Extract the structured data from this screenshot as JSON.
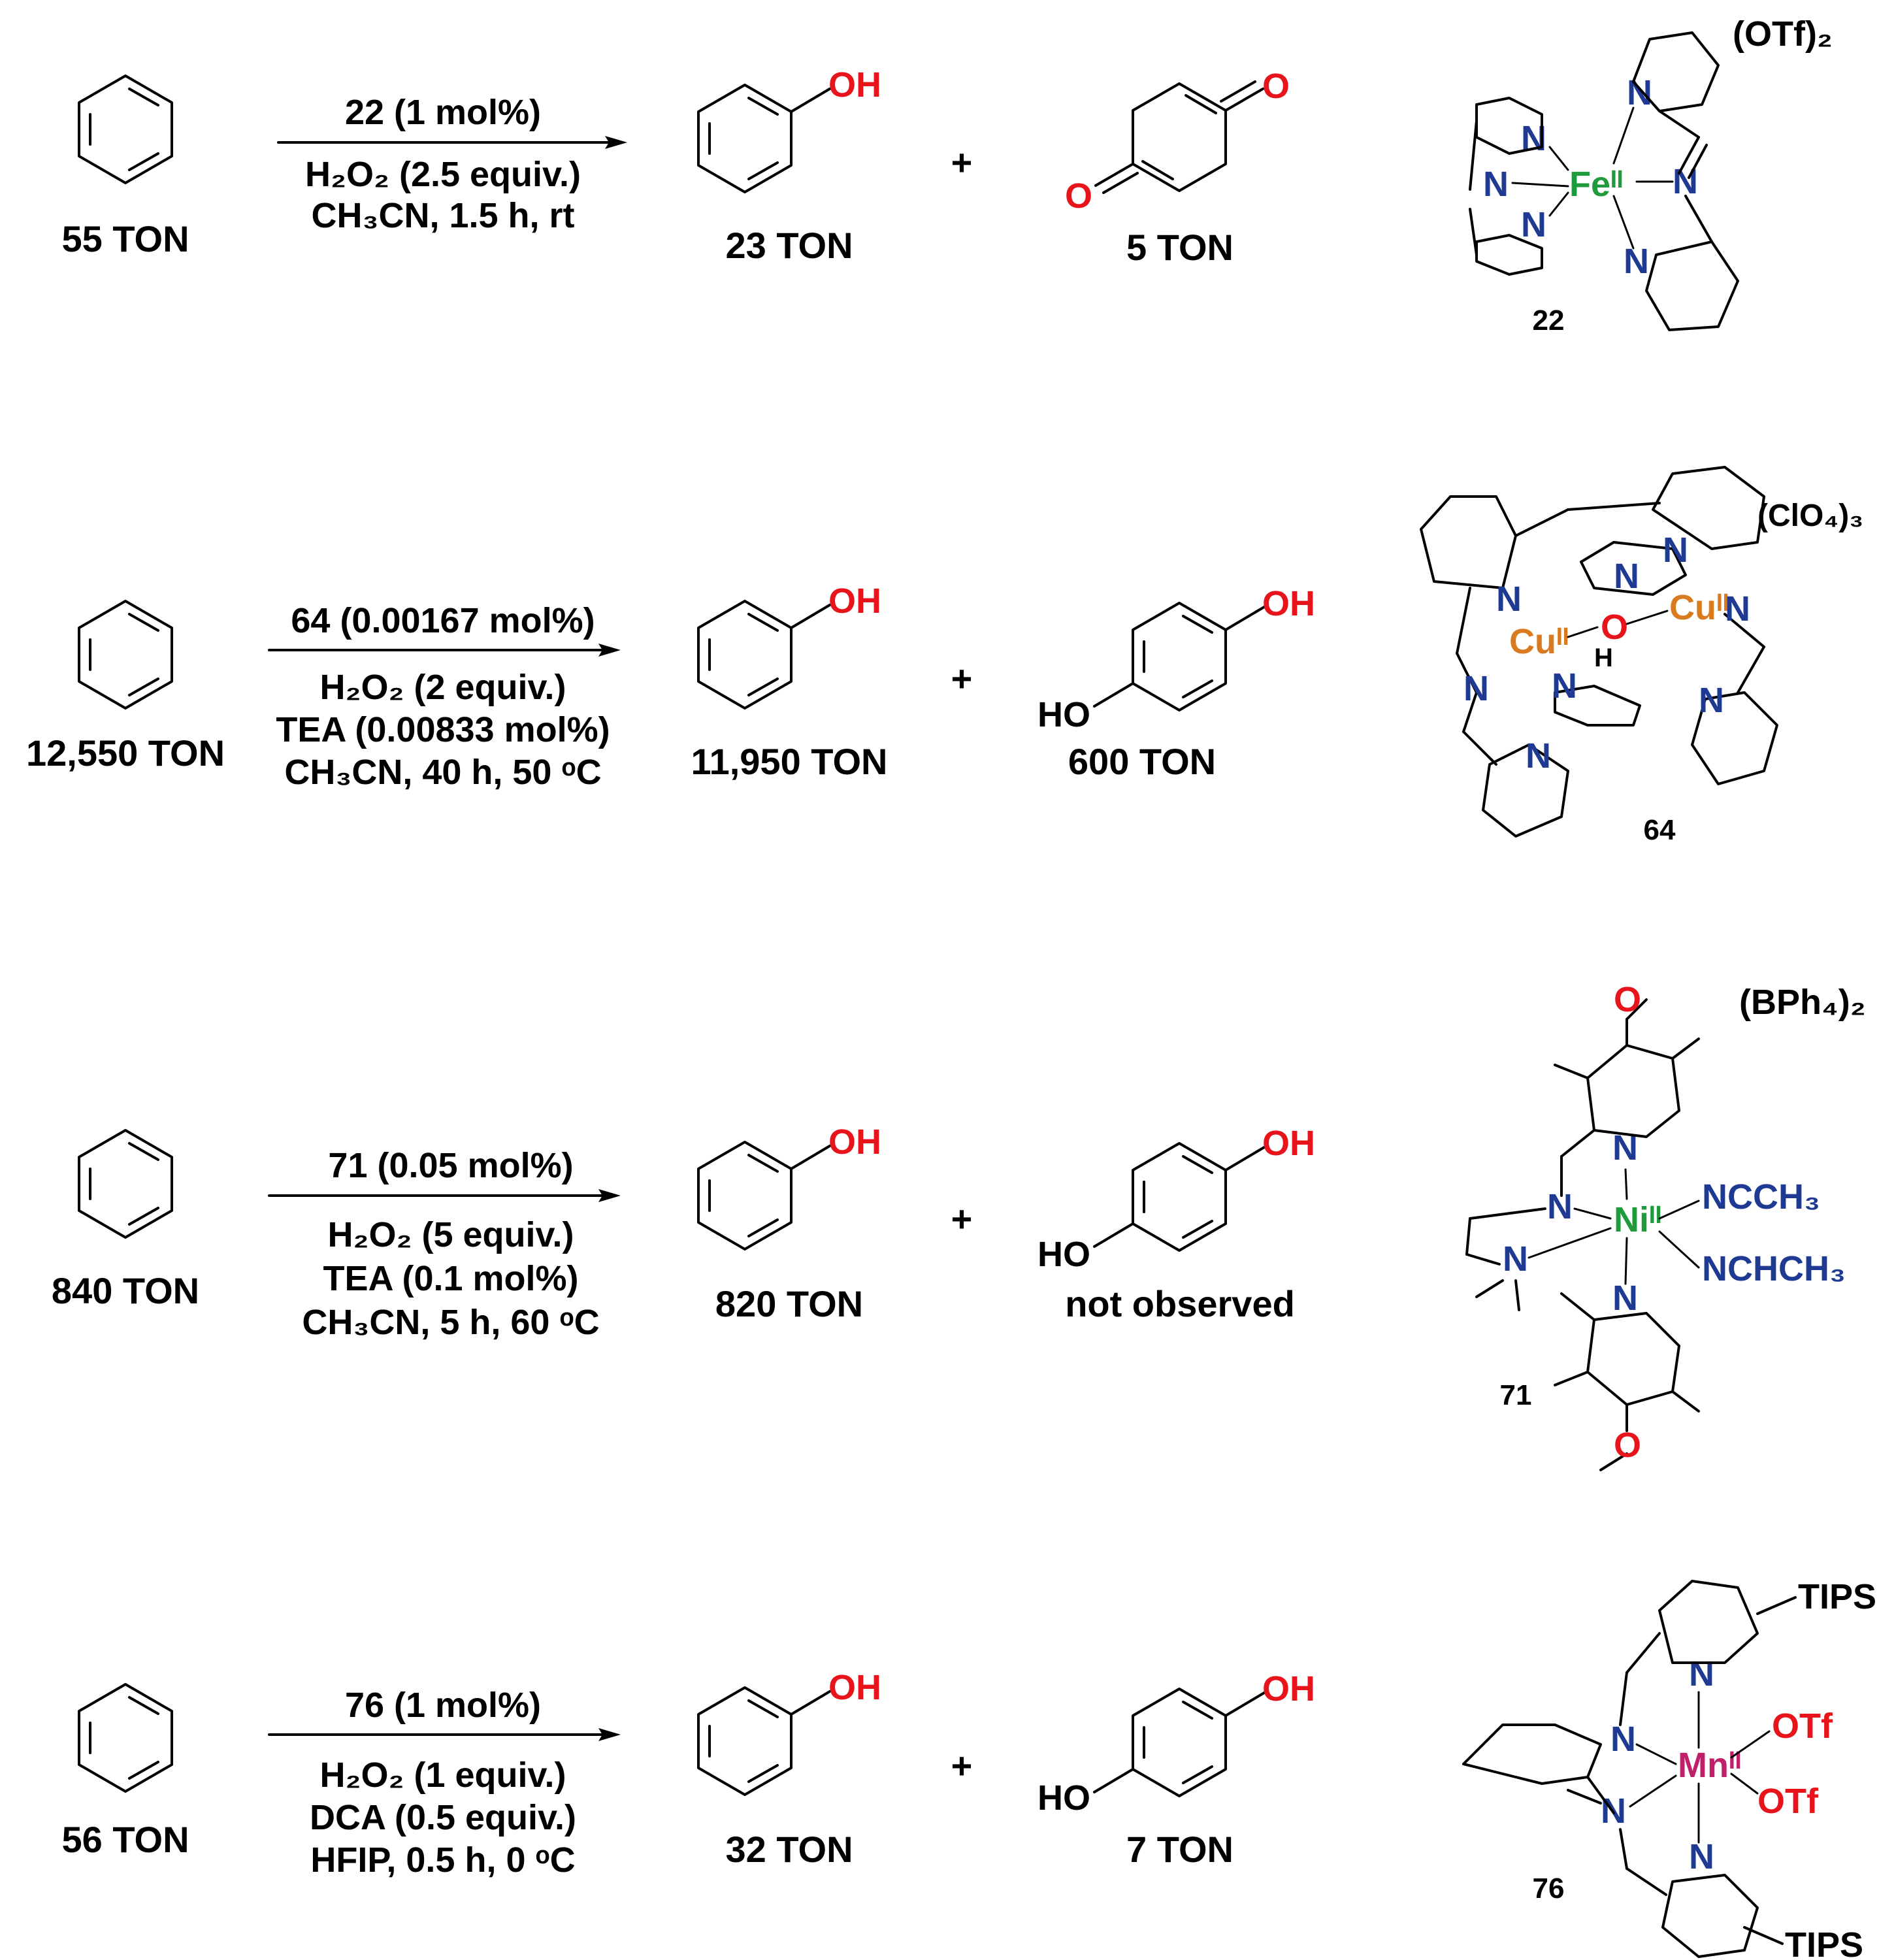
{
  "colors": {
    "oxygen": "#e8141b",
    "nitrogen": "#1e3a93",
    "iron": "#1f9a3c",
    "copper": "#d97a1e",
    "nickel": "#1f9a3c",
    "manganese": "#c0206a",
    "text": "#000000"
  },
  "reactions": [
    {
      "reactant_ton": "55 TON",
      "catalyst": "22 (1 mol%)",
      "conditions": [
        "H₂O₂ (2.5 equiv.)",
        "CH₃CN, 1.5 h, rt"
      ],
      "product1_ton": "23 TON",
      "product2_ton": "5 TON",
      "complex_label": "22",
      "counterion": "(OTf)₂",
      "metal": "Feᴵᴵ"
    },
    {
      "reactant_ton": "12,550 TON",
      "catalyst": "64 (0.00167 mol%)",
      "conditions": [
        "H₂O₂ (2 equiv.)",
        "TEA (0.00833 mol%)",
        "CH₃CN, 40 h, 50 ᵒC"
      ],
      "product1_ton": "11,950 TON",
      "product2_ton": "600 TON",
      "complex_label": "64",
      "counterion": "(ClO₄)₃",
      "metal": "Cuᴵᴵ"
    },
    {
      "reactant_ton": "840 TON",
      "catalyst": "71 (0.05 mol%)",
      "conditions": [
        "H₂O₂ (5 equiv.)",
        "TEA (0.1 mol%)",
        "CH₃CN, 5 h, 60 ᵒC"
      ],
      "product1_ton": "820 TON",
      "product2_ton": "not observed",
      "complex_label": "71",
      "counterion": "(BPh₄)₂",
      "metal": "Niᴵᴵ",
      "ligands": [
        "NCCH₃",
        "NCHCH₃"
      ]
    },
    {
      "reactant_ton": "56 TON",
      "catalyst": "76 (1 mol%)",
      "conditions": [
        "H₂O₂ (1 equiv.)",
        "DCA (0.5 equiv.)",
        "HFIP, 0.5 h, 0 ᵒC"
      ],
      "product1_ton": "32 TON",
      "product2_ton": "7 TON",
      "complex_label": "76",
      "metal": "Mnᴵᴵ",
      "ligands": [
        "OTf",
        "OTf"
      ],
      "substituent": "TIPS"
    }
  ],
  "atoms": {
    "O": "O",
    "OH": "OH",
    "HO": "HO",
    "N": "N",
    "H": "H",
    "plus": "+"
  }
}
